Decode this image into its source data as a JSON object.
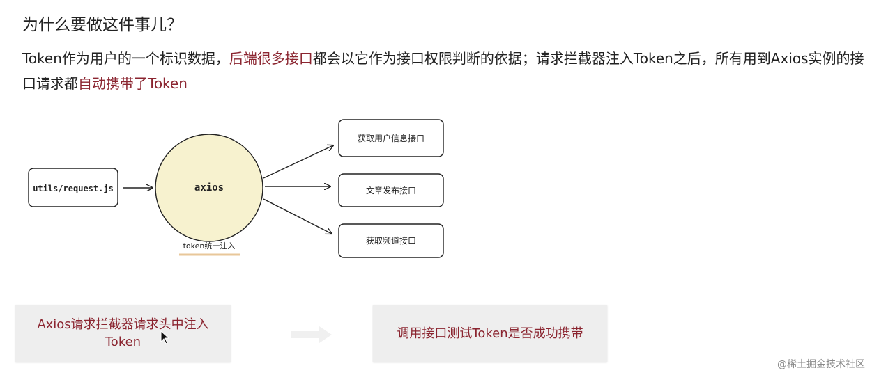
{
  "heading": "为什么要做这件事儿？",
  "paragraph": {
    "part1": "Token作为用户的一个标识数据，",
    "highlight1": "后端很多接口",
    "part2": "都会以它作为接口权限判断的依据；请求拦截器注入Token之后，所有用到Axios实例的接口请求都",
    "highlight2": "自动携带了Token"
  },
  "diagram": {
    "source": "utils/request.js",
    "center": "axios",
    "center_caption": "token统一注入",
    "targets": [
      "获取用户信息接口",
      "文章发布接口",
      "获取频道接口"
    ]
  },
  "flow": {
    "step1_line1": "Axios请求拦截器请求头中注入",
    "step1_line2": "Token",
    "step2": "调用接口测试Token是否成功携带"
  },
  "watermark": "@稀土掘金技术社区",
  "colors": {
    "highlight": "#8b2530",
    "circle_fill": "#f7f2cf",
    "underline": "#e8c79a",
    "box_bg": "#eeeeee"
  }
}
